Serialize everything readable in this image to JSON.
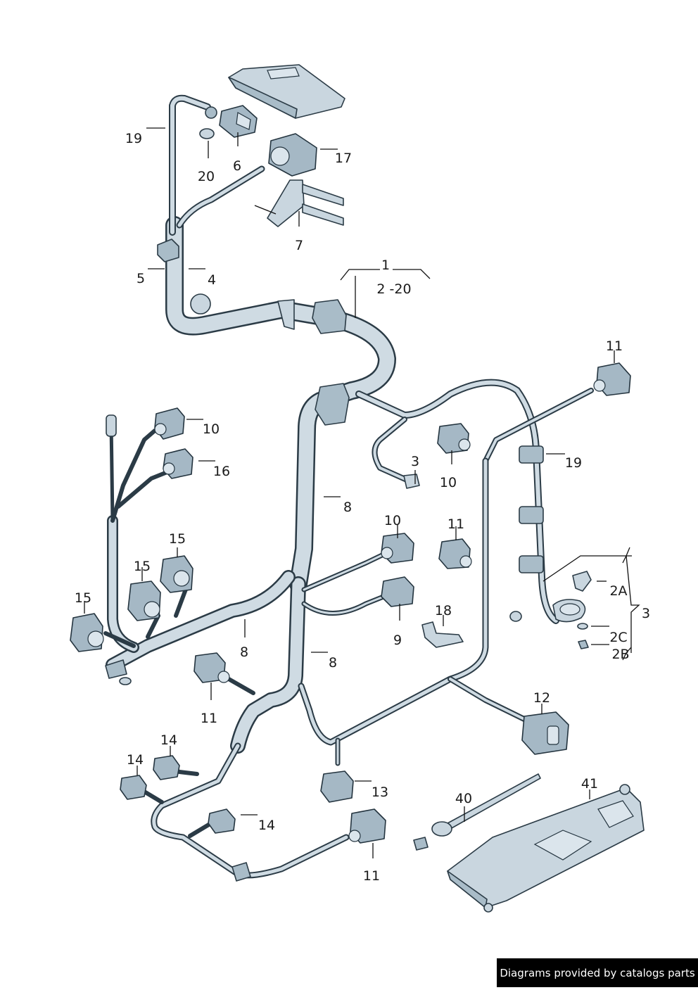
{
  "labels": {
    "l1": "1",
    "l2_20": "2 -20",
    "l2A": "2A",
    "l2B": "2B",
    "l2C": "2C",
    "l3a": "3",
    "l3b": "3",
    "l4": "4",
    "l5": "5",
    "l6": "6",
    "l7": "7",
    "l8a": "8",
    "l8b": "8",
    "l8c": "8",
    "l9": "9",
    "l10a": "10",
    "l10b": "10",
    "l10c": "10",
    "l11a": "11",
    "l11b": "11",
    "l11c": "11",
    "l11d": "11",
    "l12": "12",
    "l13": "13",
    "l14a": "14",
    "l14b": "14",
    "l14c": "14",
    "l15a": "15",
    "l15b": "15",
    "l15c": "15",
    "l16": "16",
    "l17": "17",
    "l18": "18",
    "l19a": "19",
    "l19b": "19",
    "l20": "20",
    "l40": "40",
    "l41": "41"
  },
  "credit": "Diagrams provided by catalogs parts"
}
